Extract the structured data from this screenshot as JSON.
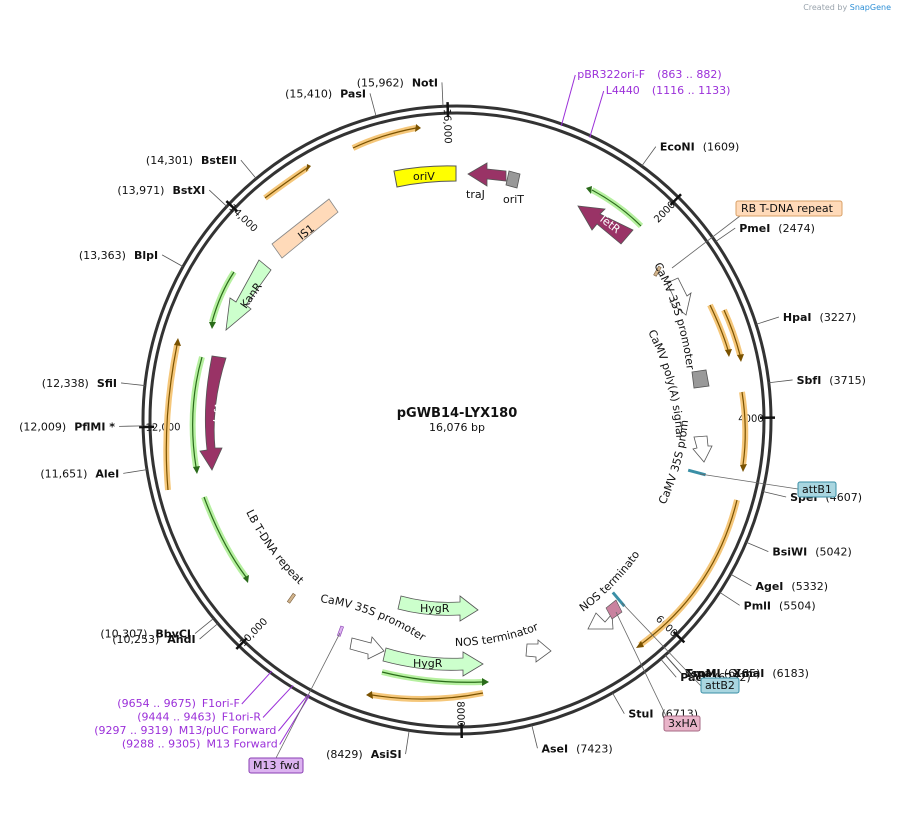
{
  "header": {
    "credit_prefix": "Created by",
    "credit_brand": "SnapGene"
  },
  "plasmid": {
    "name": "pGWB14-LYX180",
    "size_label": "16,076 bp",
    "length": 16076
  },
  "ticks": [
    {
      "pos": 16000,
      "label": "16,000"
    },
    {
      "pos": 2000,
      "label": "2000"
    },
    {
      "pos": 4000,
      "label": "4000"
    },
    {
      "pos": 6000,
      "label": "6000"
    },
    {
      "pos": 8000,
      "label": "8000"
    },
    {
      "pos": 10000,
      "label": "10,000"
    },
    {
      "pos": 12000,
      "label": "12,000"
    },
    {
      "pos": 14000,
      "label": "14,000"
    }
  ],
  "sites": [
    {
      "name": "NotI",
      "coord": "(15,962)",
      "pos": 15962
    },
    {
      "name": "PasI",
      "coord": "(15,410)",
      "pos": 15410
    },
    {
      "name": "BstEII",
      "coord": "(14,301)",
      "pos": 14301
    },
    {
      "name": "BstXI",
      "coord": "(13,971)",
      "pos": 13971
    },
    {
      "name": "BlpI",
      "coord": "(13,363)",
      "pos": 13363
    },
    {
      "name": "SfiI",
      "coord": "(12,338)",
      "pos": 12338
    },
    {
      "name": "PflMI *",
      "coord": "(12,009)",
      "pos": 12009
    },
    {
      "name": "AleI",
      "coord": "(11,651)",
      "pos": 11651
    },
    {
      "name": "BbvCI",
      "coord": "(10,307)",
      "pos": 10307
    },
    {
      "name": "AhdI",
      "coord": "(10,253)",
      "pos": 10253
    },
    {
      "name": "AsiSI",
      "coord": "(8429)",
      "pos": 8429
    },
    {
      "name": "AseI",
      "coord": "(7423)",
      "pos": 7423
    },
    {
      "name": "StuI",
      "coord": "(6713)",
      "pos": 6713
    },
    {
      "name": "PacI",
      "coord": "(6232)",
      "pos": 6232
    },
    {
      "name": "SmaI",
      "coord": "(6185)",
      "pos": 6185
    },
    {
      "name": "TspMI - XmaI",
      "coord": "(6183)",
      "pos": 6183
    },
    {
      "name": "PmlI",
      "coord": "(5504)",
      "pos": 5504
    },
    {
      "name": "AgeI",
      "coord": "(5332)",
      "pos": 5332
    },
    {
      "name": "BsiWI",
      "coord": "(5042)",
      "pos": 5042
    },
    {
      "name": "SpeI",
      "coord": "(4607)",
      "pos": 4607
    },
    {
      "name": "SbfI",
      "coord": "(3715)",
      "pos": 3715
    },
    {
      "name": "HpaI",
      "coord": "(3227)",
      "pos": 3227
    },
    {
      "name": "PmeI",
      "coord": "(2474)",
      "pos": 2474
    },
    {
      "name": "EcoNI",
      "coord": "(1609)",
      "pos": 1609
    }
  ],
  "primers": [
    {
      "name": "pBR322ori-F",
      "coord": "(863 .. 882)",
      "pos": 872
    },
    {
      "name": "L4440",
      "coord": "(1116 .. 1133)",
      "pos": 1124
    },
    {
      "name": "F1ori-F",
      "coord": "(9654 .. 9675)",
      "pos": 9664
    },
    {
      "name": "F1ori-R",
      "coord": "(9444 .. 9463)",
      "pos": 9454
    },
    {
      "name": "M13/pUC Forward",
      "coord": "(9297 .. 9319)",
      "pos": 9308
    },
    {
      "name": "M13 Forward",
      "coord": "(9288 .. 9305)",
      "pos": 9296
    }
  ],
  "features": [
    {
      "label": "oriV",
      "color": "#ffff00"
    },
    {
      "label": "traJ",
      "color": "#993366"
    },
    {
      "label": "oriT",
      "color": "#999999"
    },
    {
      "label": "TetR",
      "color": "#993366"
    },
    {
      "label": "IS1",
      "color": "#ffdab9"
    },
    {
      "label": "KanR",
      "color": "#ccffcc"
    },
    {
      "label": "trfA",
      "color": "#993366"
    },
    {
      "label": "HygR",
      "color": "#ccffcc"
    },
    {
      "label": "HygR",
      "color": "#ccffcc"
    },
    {
      "label": "CaMV 35S promoter",
      "color": "#ffffff"
    },
    {
      "label": "CaMV poly(A) signal",
      "color": "#999999"
    },
    {
      "label": "CaMV 35S promoter",
      "color": "#ffffff"
    },
    {
      "label": "NOS terminator",
      "color": "#ffffff"
    },
    {
      "label": "NOS terminator",
      "color": "#ffffff"
    },
    {
      "label": "CaMV 35S promoter",
      "color": "#ffffff"
    },
    {
      "label": "LB T-DNA repeat",
      "color": "#d2b48c"
    }
  ],
  "boxes": [
    {
      "label": "RB T-DNA repeat",
      "fill": "#ffdab9",
      "stroke": "#d9a066"
    },
    {
      "label": "attB1",
      "fill": "#a9d6e0",
      "stroke": "#3a8fa6"
    },
    {
      "label": "attB2",
      "fill": "#a9d6e0",
      "stroke": "#3a8fa6"
    },
    {
      "label": "3xHA",
      "fill": "#e9b4c9",
      "stroke": "#a66a84"
    },
    {
      "label": "M13 fwd",
      "fill": "#dcb3f0",
      "stroke": "#8a3fb3"
    }
  ],
  "colors": {
    "ring": "#333333",
    "orange_arc": "#f5c77a",
    "green_arc": "#b6f0a0",
    "primer": "#9b30d9",
    "site_line": "#555555"
  }
}
